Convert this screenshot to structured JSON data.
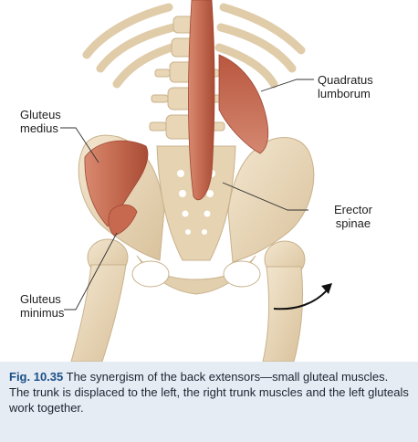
{
  "labels": {
    "gluteus_medius": [
      "Gluteus",
      "medius"
    ],
    "quadratus_lumborum": [
      "Quadratus",
      "lumborum"
    ],
    "erector_spinae": [
      "Erector",
      "spinae"
    ],
    "gluteus_minimus": [
      "Gluteus",
      "minimus"
    ]
  },
  "caption": {
    "fig_number": "Fig. 10.35",
    "text": "The synergism of the back extensors—small gluteal muscles. The trunk is displaced to the left, the right trunk muscles and the left gluteals work together."
  },
  "colors": {
    "bone": "#ead9bd",
    "bone_shadow": "#cdb894",
    "muscle": "#c76e55",
    "muscle_dark": "#a94a35",
    "caption_bg": "#e5ecf4",
    "fig_number": "#1a4f86"
  }
}
